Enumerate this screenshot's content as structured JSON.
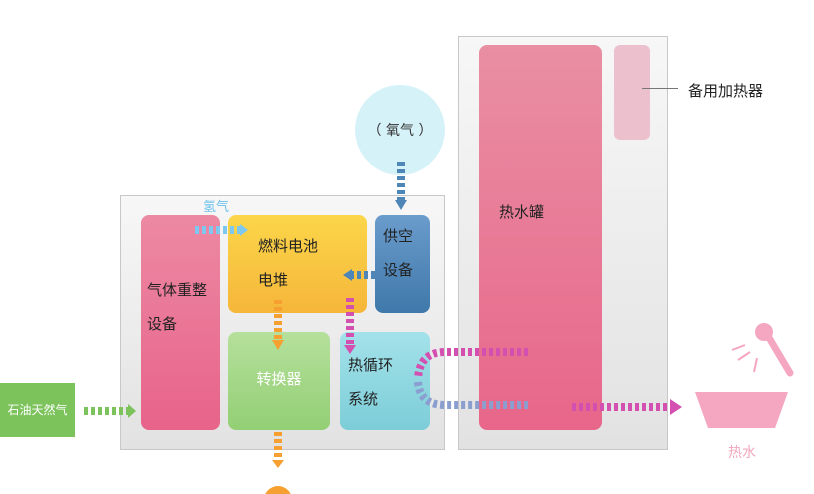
{
  "labels": {
    "oxygen": "（ 氧气 ）",
    "hydrogen": "氢气",
    "reformer": [
      "气体重整",
      "设备"
    ],
    "fuel_cell": [
      "燃料电池",
      "电堆"
    ],
    "air_supply": [
      "供空",
      "设备"
    ],
    "converter": "转换器",
    "heat_cycle": [
      "热循环",
      "系统"
    ],
    "tank": "热水罐",
    "backup_heater": "备用加热器",
    "natural_gas": "石油天然气",
    "hot_water": "热水"
  },
  "colors": {
    "reformer": "#e8698a",
    "fuel_cell": "#f7c63c",
    "air_supply": "#4f86b8",
    "converter": "#a6d88a",
    "heat_cycle": "#8fd6e0",
    "tank": "#e8708e",
    "natural_gas": "#7cc35c"
  }
}
